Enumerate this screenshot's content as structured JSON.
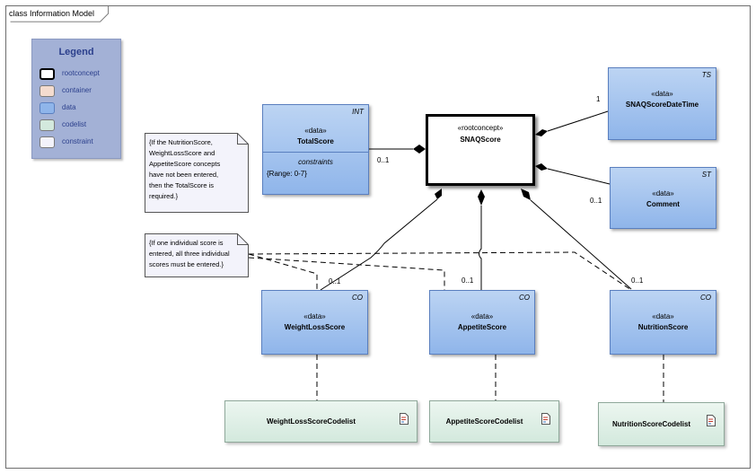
{
  "diagram": {
    "title": "class Information Model"
  },
  "legend": {
    "title": "Legend",
    "items": [
      {
        "label": "rootconcept",
        "color": "#ffffff",
        "border": "#000000"
      },
      {
        "label": "container",
        "color": "#f4dccf",
        "border": "#9a8c84"
      },
      {
        "label": "data",
        "color": "#8fb5ea",
        "border": "#5a7fbf"
      },
      {
        "label": "codelist",
        "color": "#d3e9dd",
        "border": "#8fa89a"
      },
      {
        "label": "constraint",
        "color": "#f3f3fb",
        "border": "#7a7a7a"
      }
    ]
  },
  "root": {
    "stereotype": "«rootconcept»",
    "name": "SNAQScore"
  },
  "classes": {
    "total": {
      "stereotype": "«data»",
      "name": "TotalScore",
      "tag": "INT",
      "constraints_title": "constraints",
      "constraint": "{Range: 0-7}"
    },
    "datetime": {
      "stereotype": "«data»",
      "name": "SNAQScoreDateTime",
      "tag": "TS"
    },
    "comment": {
      "stereotype": "«data»",
      "name": "Comment",
      "tag": "ST"
    },
    "weightloss": {
      "stereotype": "«data»",
      "name": "WeightLossScore",
      "tag": "CO"
    },
    "appetite": {
      "stereotype": "«data»",
      "name": "AppetiteScore",
      "tag": "CO"
    },
    "nutrition": {
      "stereotype": "«data»",
      "name": "NutritionScore",
      "tag": "CO"
    }
  },
  "codelists": {
    "weightloss": "WeightLossScoreCodelist",
    "appetite": "AppetiteScoreCodelist",
    "nutrition": "NutritionScoreCodelist"
  },
  "notes": {
    "total": {
      "lines": [
        "{If the NutritionScore,",
        "WeightLossScore and",
        "AppetiteScore concepts",
        "have not been entered,",
        "then the TotalScore is",
        "required.}"
      ]
    },
    "all": {
      "lines": [
        "{If one individual score is",
        "entered, all three individual",
        "scores must be entered.}"
      ]
    }
  },
  "multiplicities": {
    "datetime": "1",
    "total": "0..1",
    "comment": "0..1",
    "weightloss": "0..1",
    "appetite": "0..1",
    "nutrition": "0..1"
  },
  "colors": {
    "data_fill": "#8fb5ea",
    "data_border": "#5a7fbf",
    "codelist_fill": "#d3e9dd",
    "legend_bg": "#a3b1d6",
    "legend_text": "#2b3f8c",
    "note_fill": "#f3f3fb"
  }
}
